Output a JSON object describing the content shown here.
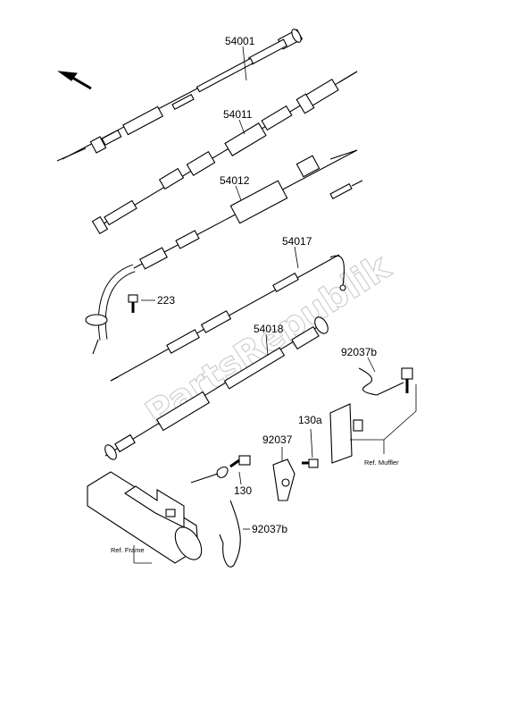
{
  "watermark": "PartsRepublik",
  "labels": {
    "p54001": "54001",
    "p54011": "54011",
    "p54012": "54012",
    "p54017": "54017",
    "p54018": "54018",
    "p223": "223",
    "p92037b_top": "92037b",
    "p130a": "130a",
    "p92037": "92037",
    "p130": "130",
    "p92037b_bottom": "92037b",
    "ref_muffler": "Ref. Muffler",
    "ref_frame": "Ref. Frame"
  },
  "icons": {
    "direction_arrow": "arrow-up-left-icon"
  }
}
